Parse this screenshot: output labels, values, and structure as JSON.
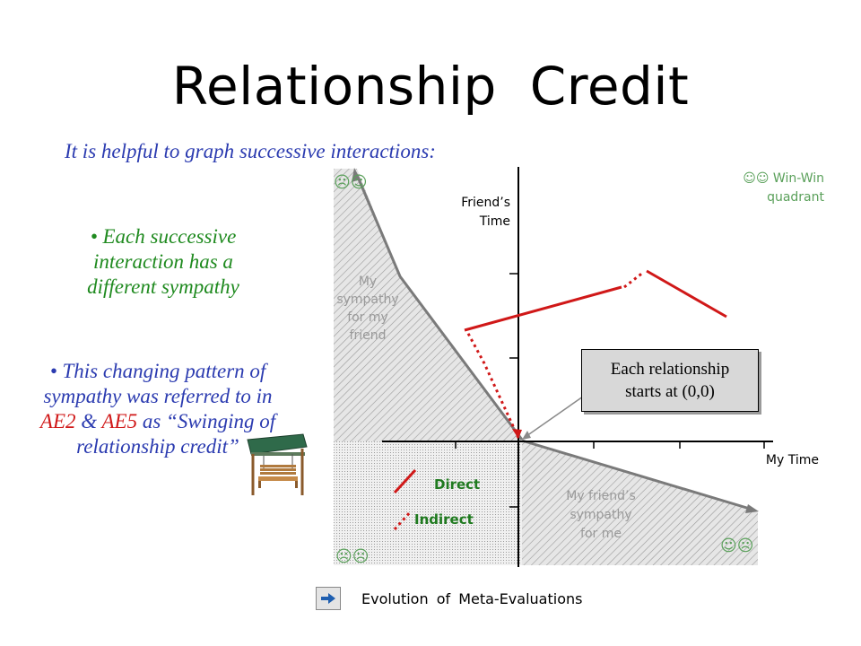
{
  "title": "Relationship  Credit",
  "subtitle": "It is helpful to graph successive interactions:",
  "bullets": {
    "b1": "• Each successive interaction has a different sympathy",
    "b2_pre": "• This changing pattern of sympathy was referred to in ",
    "ae2": "AE2",
    "amp": " & ",
    "ae5": "AE5",
    "b2_post": " as “Swinging of relationship credit”"
  },
  "graph": {
    "y_axis_label_line1": "Friend’s",
    "y_axis_label_line2": "Time",
    "x_axis_label": "My Time",
    "upper_region_label": [
      "My",
      "sympathy",
      "for my",
      "friend"
    ],
    "lower_region_label": [
      "My friend’s",
      "sympathy",
      "for me"
    ],
    "win_win_line1": "☺☺ Win-Win",
    "win_win_line2": "quadrant",
    "face_top_left": "☹☺",
    "face_bottom_left": "☹☹",
    "face_bottom_right": "☺☹",
    "legend_direct": "Direct",
    "legend_indirect": "Indirect"
  },
  "callout": {
    "line1": "Each relationship",
    "line2": "starts at (0,0)"
  },
  "footer": {
    "link_text": "Evolution  of  Meta-Evaluations",
    "nav_icon": "arrow-right-icon"
  },
  "colors": {
    "title_subtitle_blue": "#2b3bb0",
    "bullet_green": "#1f8a1f",
    "accent_red": "#d01818",
    "winwin_green": "#5aa05a"
  }
}
